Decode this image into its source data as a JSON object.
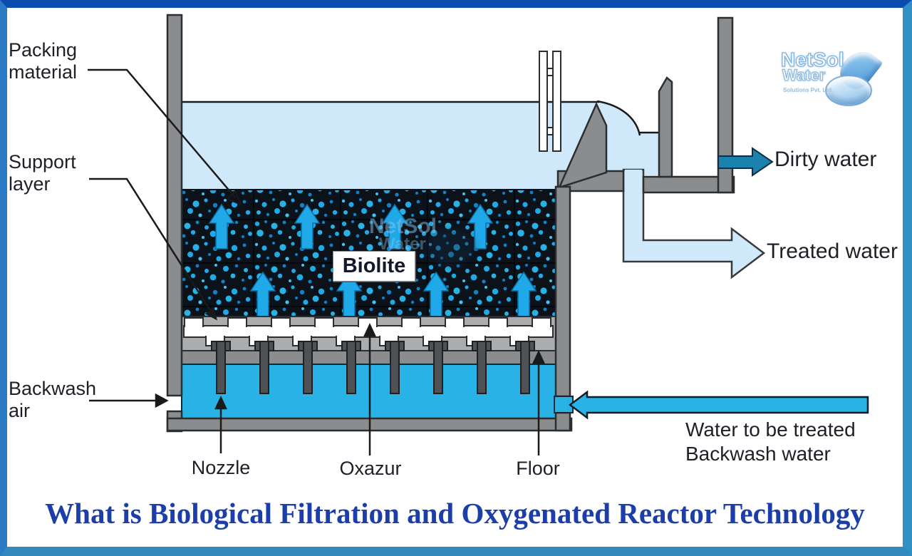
{
  "title": "What is Biological Filtration and Oxygenated Reactor Technology",
  "brand": {
    "name_line1": "NetSol",
    "name_line2": "Water",
    "tagline": "Solutions Pvt. Ltd."
  },
  "watermark": {
    "line1": "NetSol",
    "line2": "Water"
  },
  "labels": {
    "packing_line1": "Packing",
    "packing_line2": "material",
    "support_line1": "Support",
    "support_line2": "layer",
    "backwash_air_line1": "Backwash",
    "backwash_air_line2": "air",
    "biolite": "Biolite",
    "nozzle": "Nozzle",
    "oxazur": "Oxazur",
    "floor": "Floor",
    "dirty_water": "Dirty water",
    "treated_water": "Treated water",
    "inlet_line1": "Water to be treated",
    "inlet_line2": "Backwash water"
  },
  "colors": {
    "water_light": "#cfe9fa",
    "water_bright": "#29b2e6",
    "packing_dark": "#0c1219",
    "wall_gray": "#8a8c8e",
    "support_gray": "#aaacae",
    "dirty_arrow_teal": "#1a82ad",
    "title_blue": "#1c3ea8",
    "frame_top": "#0b4cb0",
    "frame_side": "#3090c4"
  }
}
